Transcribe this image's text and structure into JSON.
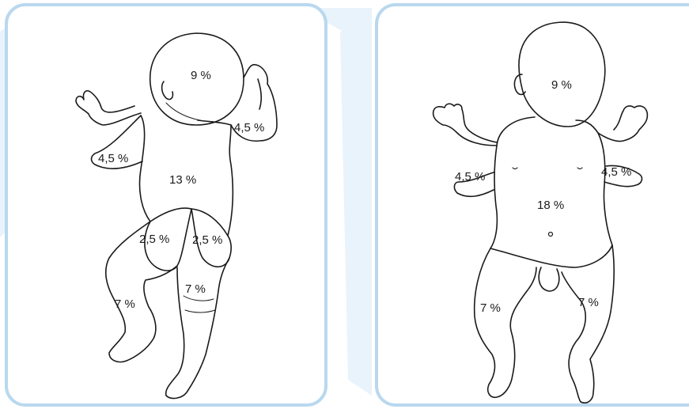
{
  "colors": {
    "panel_border": "#b9d8ee",
    "background_shape": "#e9f3fb",
    "outline": "#1a1a1a"
  },
  "back_view": {
    "head": "9 %",
    "arm_right": "4,5 %",
    "arm_left": "4,5 %",
    "trunk": "13 %",
    "buttock_left": "2,5 %",
    "buttock_right": "2,5 %",
    "leg_left": "7 %",
    "leg_right": "7 %"
  },
  "front_view": {
    "head": "9 %",
    "arm_left": "4,5 %",
    "arm_right": "4,5 %",
    "trunk": "18 %",
    "leg_left": "7 %",
    "leg_right": "7 %"
  }
}
